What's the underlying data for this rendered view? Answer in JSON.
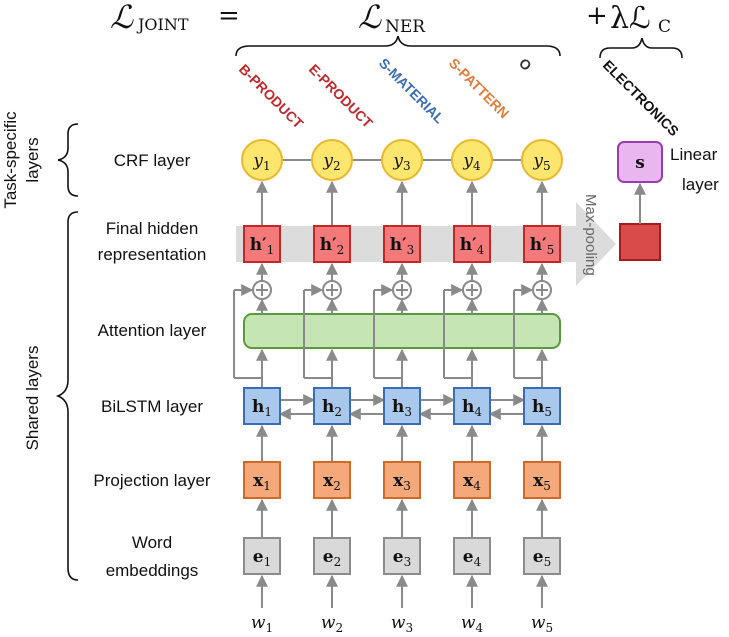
{
  "equation": {
    "lhs_symbol": "ℒ",
    "lhs_sub": "JOINT",
    "equals": "=",
    "ner_symbol": "ℒ",
    "ner_sub": "NER",
    "plus": "+",
    "c_term": "λℒ",
    "c_sub": "C"
  },
  "tags": [
    {
      "text": "B-PRODUCT",
      "color": "#c0282a"
    },
    {
      "text": "E-PRODUCT",
      "color": "#c0282a"
    },
    {
      "text": "S-MATERIAL",
      "color": "#3b6db4"
    },
    {
      "text": "S-PATTERN",
      "color": "#e07b39"
    },
    {
      "text": "O",
      "color": "#333333"
    }
  ],
  "class_tag": {
    "text": "ELECTRONICS",
    "color": "#111111"
  },
  "labels": {
    "task_specific_line1": "Task-specific",
    "task_specific_line2": "layers",
    "shared": "Shared layers",
    "crf": "CRF layer",
    "final_line1": "Final hidden",
    "final_line2": "representation",
    "attention": "Attention layer",
    "bilstm": "BiLSTM layer",
    "projection": "Projection layer",
    "word_line1": "Word",
    "word_line2": "embeddings",
    "linear_line1": "Linear",
    "linear_line2": "layer",
    "maxpool": "Max-pooling"
  },
  "crf_nodes": [
    {
      "base": "y",
      "sub": "1"
    },
    {
      "base": "y",
      "sub": "2"
    },
    {
      "base": "y",
      "sub": "3"
    },
    {
      "base": "y",
      "sub": "4"
    },
    {
      "base": "y",
      "sub": "5"
    }
  ],
  "hidden_nodes": [
    {
      "base": "h′",
      "sub": "1"
    },
    {
      "base": "h′",
      "sub": "2"
    },
    {
      "base": "h′",
      "sub": "3"
    },
    {
      "base": "h′",
      "sub": "4"
    },
    {
      "base": "h′",
      "sub": "5"
    }
  ],
  "bilstm_nodes": [
    {
      "base": "h",
      "sub": "1"
    },
    {
      "base": "h",
      "sub": "2"
    },
    {
      "base": "h",
      "sub": "3"
    },
    {
      "base": "h",
      "sub": "4"
    },
    {
      "base": "h",
      "sub": "5"
    }
  ],
  "proj_nodes": [
    {
      "base": "x",
      "sub": "1"
    },
    {
      "base": "x",
      "sub": "2"
    },
    {
      "base": "x",
      "sub": "3"
    },
    {
      "base": "x",
      "sub": "4"
    },
    {
      "base": "x",
      "sub": "5"
    }
  ],
  "emb_nodes": [
    {
      "base": "e",
      "sub": "1"
    },
    {
      "base": "e",
      "sub": "2"
    },
    {
      "base": "e",
      "sub": "3"
    },
    {
      "base": "e",
      "sub": "4"
    },
    {
      "base": "e",
      "sub": "5"
    }
  ],
  "words": [
    {
      "base": "w",
      "sub": "1"
    },
    {
      "base": "w",
      "sub": "2"
    },
    {
      "base": "w",
      "sub": "3"
    },
    {
      "base": "w",
      "sub": "4"
    },
    {
      "base": "w",
      "sub": "5"
    }
  ],
  "sentence_node": {
    "text": "s"
  },
  "colors": {
    "crf_fill": "#fde66e",
    "crf_stroke": "#e8b830",
    "hidden_fill": "#f4797a",
    "hidden_stroke": "#c0282a",
    "pool_fill": "#d94b4b",
    "bilstm_fill": "#a9c9ec",
    "bilstm_stroke": "#3b6db4",
    "proj_fill": "#f5a97a",
    "proj_stroke": "#d06a2a",
    "emb_fill": "#d9d9d9",
    "emb_stroke": "#8c8c8c",
    "att_fill": "#c6e5b4",
    "att_stroke": "#5a9a3c",
    "linear_fill": "#e9b6f0",
    "linear_stroke": "#9a3cb0",
    "arrow": "#8a8a8a",
    "pool_band": "#dcdcdc"
  }
}
